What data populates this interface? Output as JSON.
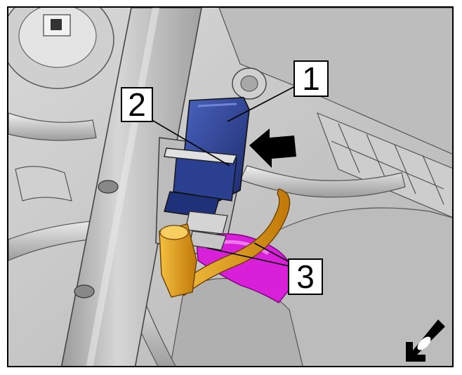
{
  "figure": {
    "callouts": [
      {
        "id": "1",
        "label": "1"
      },
      {
        "id": "2",
        "label": "2"
      },
      {
        "id": "3",
        "label": "3"
      }
    ],
    "view_direction_icon": "view-direction-arrow-icon",
    "colors": {
      "connector_blue": "#2a3f8f",
      "hose_magenta": "#d820d8",
      "wire_orange": "#e39a10",
      "component_gray": "#c4c4c4"
    }
  }
}
